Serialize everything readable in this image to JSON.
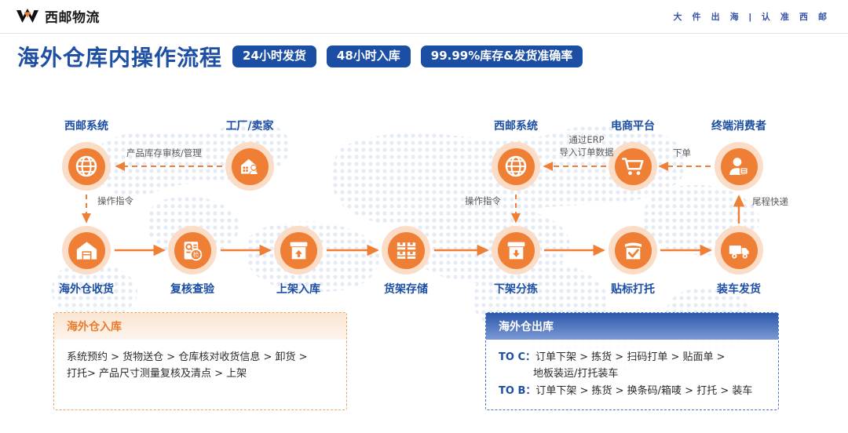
{
  "topbar": {
    "logo_text": "西邮物流",
    "logo_icon": "w-mark-logo",
    "tagline": "大 件 出 海  |  认 准 西 邮"
  },
  "header": {
    "title": "海外仓库内操作流程",
    "badges": [
      "24小时发货",
      "48小时入库",
      "99.99%库存&发货准确率"
    ]
  },
  "flow": {
    "top_nodes": [
      {
        "id": "xiyou-system-left",
        "label": "西邮系统",
        "icon": "globe-icon"
      },
      {
        "id": "factory-seller",
        "label": "工厂/卖家",
        "icon": "factory-seller-icon"
      },
      {
        "id": "xiyou-system-right",
        "label": "西邮系统",
        "icon": "globe-icon"
      },
      {
        "id": "ecommerce-platform",
        "label": "电商平台",
        "icon": "shopping-cart-icon"
      },
      {
        "id": "end-consumer",
        "label": "终端消费者",
        "icon": "consumer-icon"
      }
    ],
    "main_nodes": [
      {
        "id": "receive",
        "label": "海外仓收货",
        "icon": "warehouse-icon"
      },
      {
        "id": "inspect",
        "label": "复核查验",
        "icon": "inspection-doc-icon"
      },
      {
        "id": "shelve",
        "label": "上架入库",
        "icon": "box-up-icon"
      },
      {
        "id": "store",
        "label": "货架存储",
        "icon": "shelf-boxes-icon"
      },
      {
        "id": "pick",
        "label": "下架分拣",
        "icon": "box-down-icon"
      },
      {
        "id": "label",
        "label": "贴标打托",
        "icon": "box-check-icon"
      },
      {
        "id": "dispatch",
        "label": "装车发货",
        "icon": "truck-icon"
      }
    ],
    "edge_labels": {
      "inventory_review": "产品库存审核/管理",
      "op_command_left": "操作指令",
      "erp_import": "通过ERP\n导入订单数据",
      "op_command_right": "操作指令",
      "place_order": "下单",
      "last_mile": "尾程快递"
    }
  },
  "inbound_box": {
    "title": "海外仓入库",
    "lines": [
      "系统预约 > 货物送仓 > 仓库核对收货信息 > 卸货 >",
      "打托>  产品尺寸测量复核及清点 > 上架"
    ]
  },
  "outbound_box": {
    "title": "海外仓出库",
    "rows": [
      {
        "tag": "TO C：",
        "text": "订单下架 > 拣货 > 扫码打单 > 贴面单 >"
      },
      {
        "tag": "",
        "text": "地板装运/打托装车"
      },
      {
        "tag": "TO B：",
        "text": "订单下架 > 拣货 > 换条码/箱唛 > 打托 > 装车"
      }
    ]
  },
  "colors": {
    "brand_blue": "#1c4ea3",
    "accent_orange": "#ef7f34",
    "light_orange": "#fbddc7",
    "text_gray": "#595959"
  }
}
